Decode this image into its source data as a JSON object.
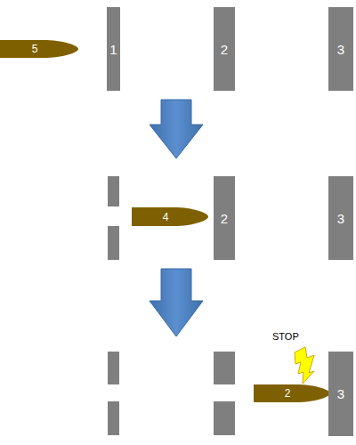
{
  "diagram": {
    "nodes": [
      {
        "text": [
          "5"
        ]
      },
      {
        "text": [
          "1"
        ]
      },
      {
        "text": [
          "2"
        ]
      },
      {
        "text": [
          "3"
        ]
      },
      {
        "text": [
          "4"
        ]
      },
      {
        "text": [
          "2"
        ]
      },
      {
        "text": [
          "3"
        ]
      },
      {
        "text": [
          "2"
        ]
      },
      {
        "text": [
          "3"
        ]
      }
    ],
    "labels": [
      "STOP"
    ]
  }
}
